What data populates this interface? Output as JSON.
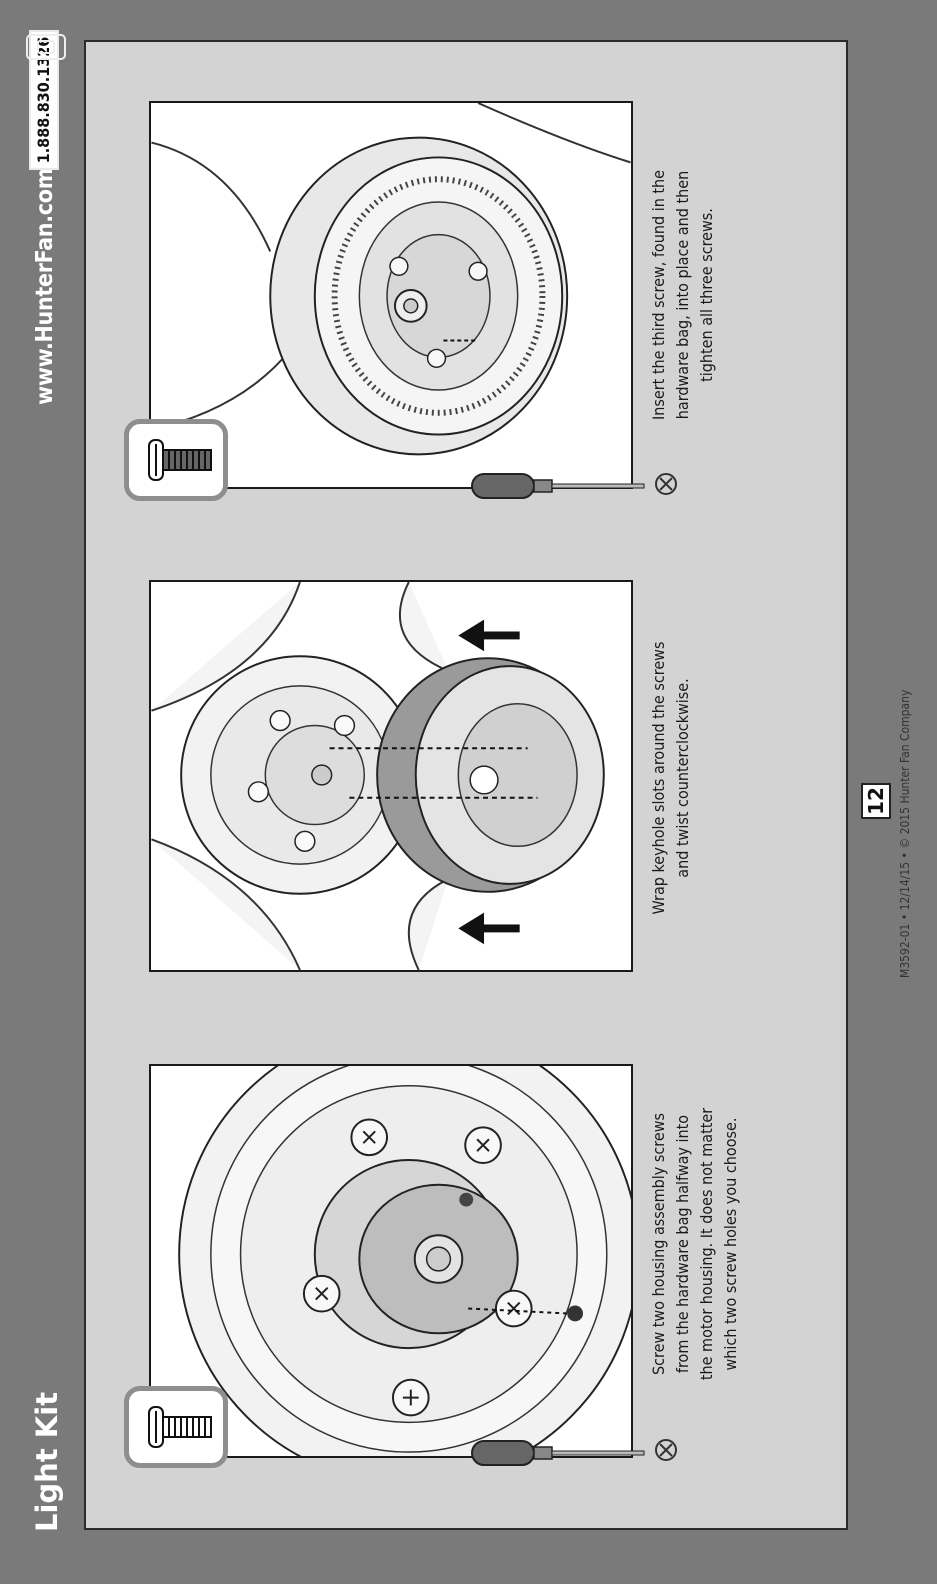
{
  "header": {
    "section_title": "Light Kit",
    "website": "www.HunterFan.com",
    "phone": "1.888.830.1326"
  },
  "steps": [
    {
      "caption_lines": [
        "Screw two housing assembly screws",
        "from the hardware bag halfway into",
        "the motor housing. It does not matter",
        "which two screw holes you choose."
      ]
    },
    {
      "caption_lines": [
        "Wrap keyhole slots around the screws",
        "and twist counterclockwise."
      ]
    },
    {
      "caption_lines": [
        "Insert the third screw, found in the",
        "hardware bag, into place and then",
        "tighten all three screws."
      ]
    }
  ],
  "page_number": "12",
  "footer": "M3592-01 • 12/14/15 • © 2015 Hunter Fan Company",
  "icons": {
    "phone": "phone-icon",
    "screw": "screw-icon",
    "screwdriver": "screwdriver-icon",
    "no_power_tools": "no-power-tool-icon",
    "arrow": "arrow-up-icon",
    "bag": "hardware-bag-icon"
  },
  "colors": {
    "background": "#7a7a7a",
    "page": "#d3d3d3",
    "badge_border": "#8e8e8e"
  }
}
